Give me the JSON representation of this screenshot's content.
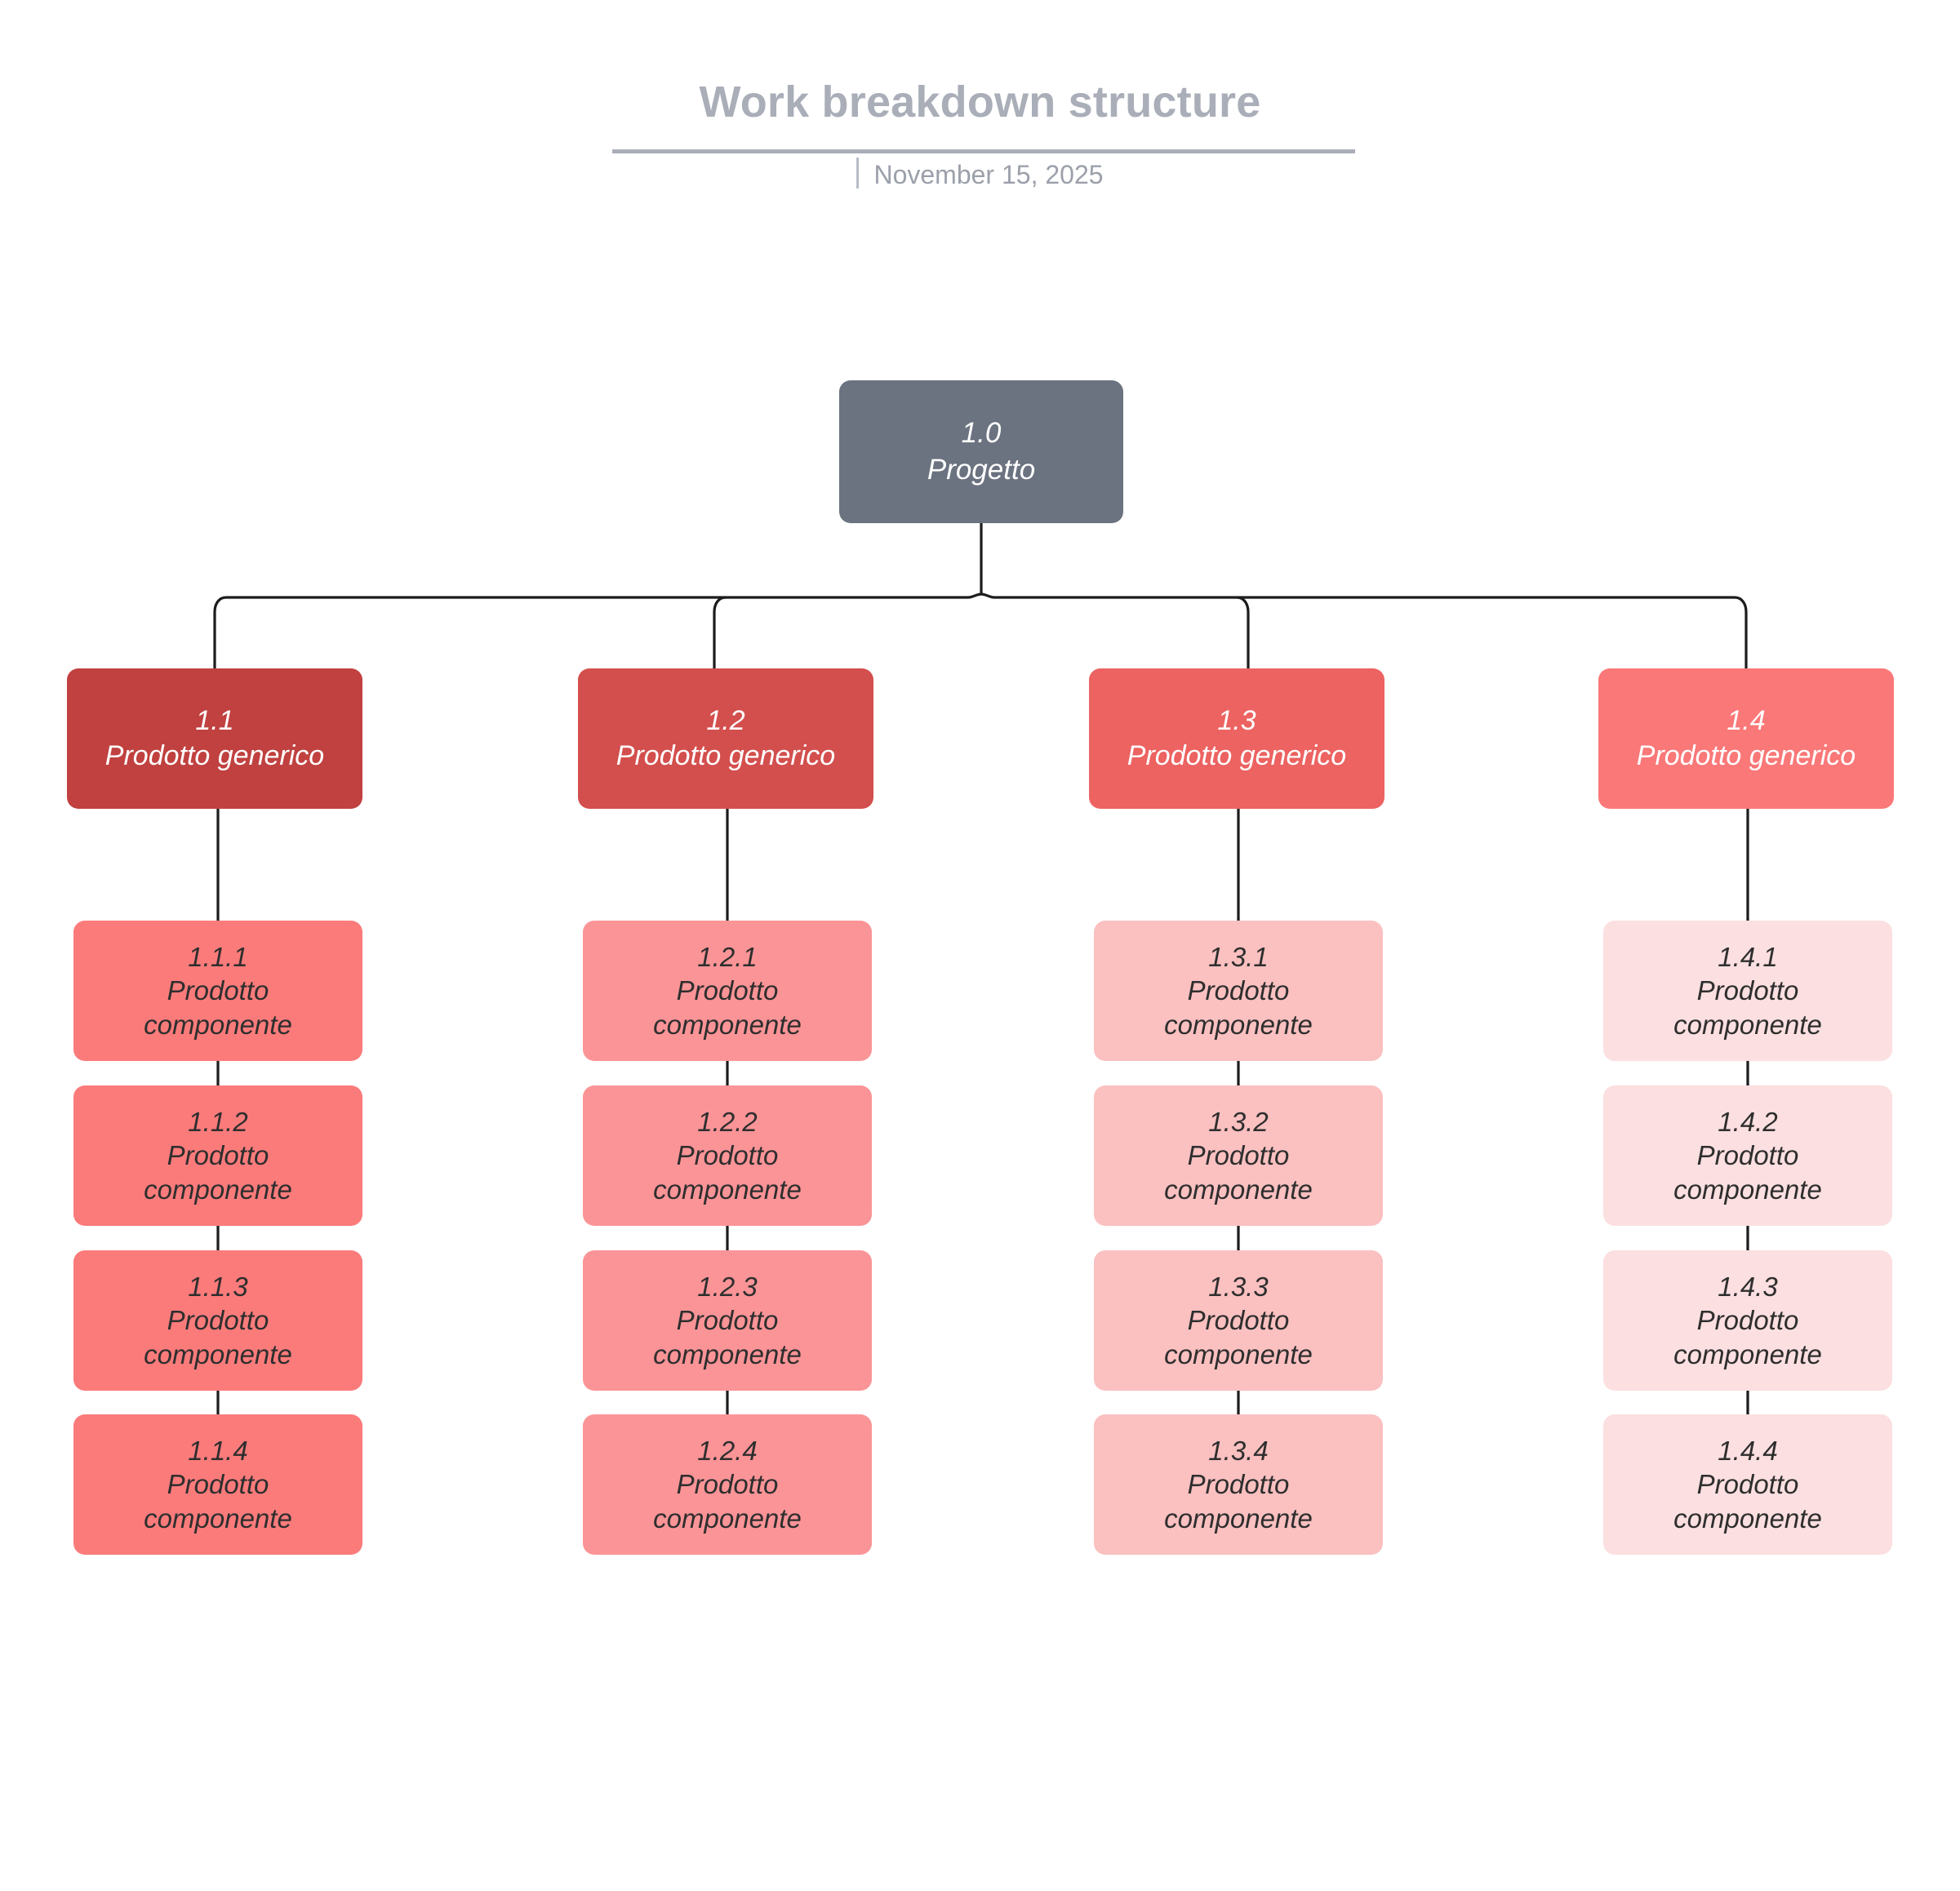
{
  "header": {
    "title": "Work breakdown structure",
    "date": "November 15, 2025",
    "divider_color": "#a9aeb8",
    "title_color": "#a9aeb8",
    "date_color": "#9ba0aa"
  },
  "diagram": {
    "type": "work-breakdown-structure",
    "background": "#ffffff",
    "connector_color": "#1c1c1c",
    "root": {
      "id": "1.0",
      "label": "Progetto",
      "color": "#6b7280",
      "text_color": "#ffffff"
    },
    "columns": [
      {
        "parent": {
          "id": "1.1",
          "label": "Prodotto generico",
          "color": "#c0413f",
          "text_color": "#ffffff"
        },
        "children": [
          {
            "id": "1.1.1",
            "label_line1": "Prodotto",
            "label_line2": "componente",
            "color": "#fb7b7b",
            "text_color": "#2e2e2e"
          },
          {
            "id": "1.1.2",
            "label_line1": "Prodotto",
            "label_line2": "componente",
            "color": "#fb7b7b",
            "text_color": "#2e2e2e"
          },
          {
            "id": "1.1.3",
            "label_line1": "Prodotto",
            "label_line2": "componente",
            "color": "#fb7b7b",
            "text_color": "#2e2e2e"
          },
          {
            "id": "1.1.4",
            "label_line1": "Prodotto",
            "label_line2": "componente",
            "color": "#fb7b7b",
            "text_color": "#2e2e2e"
          }
        ]
      },
      {
        "parent": {
          "id": "1.2",
          "label": "Prodotto generico",
          "color": "#d34f4d",
          "text_color": "#ffffff"
        },
        "children": [
          {
            "id": "1.2.1",
            "label_line1": "Prodotto",
            "label_line2": "componente",
            "color": "#fb9497",
            "text_color": "#2e2e2e"
          },
          {
            "id": "1.2.2",
            "label_line1": "Prodotto",
            "label_line2": "componente",
            "color": "#fb9497",
            "text_color": "#2e2e2e"
          },
          {
            "id": "1.2.3",
            "label_line1": "Prodotto",
            "label_line2": "componente",
            "color": "#fb9497",
            "text_color": "#2e2e2e"
          },
          {
            "id": "1.2.4",
            "label_line1": "Prodotto",
            "label_line2": "componente",
            "color": "#fb9497",
            "text_color": "#2e2e2e"
          }
        ]
      },
      {
        "parent": {
          "id": "1.3",
          "label": "Prodotto generico",
          "color": "#ec6361",
          "text_color": "#ffffff"
        },
        "children": [
          {
            "id": "1.3.1",
            "label_line1": "Prodotto",
            "label_line2": "componente",
            "color": "#fbc0c0",
            "text_color": "#2e2e2e"
          },
          {
            "id": "1.3.2",
            "label_line1": "Prodotto",
            "label_line2": "componente",
            "color": "#fbc0c0",
            "text_color": "#2e2e2e"
          },
          {
            "id": "1.3.3",
            "label_line1": "Prodotto",
            "label_line2": "componente",
            "color": "#fbc0c0",
            "text_color": "#2e2e2e"
          },
          {
            "id": "1.3.4",
            "label_line1": "Prodotto",
            "label_line2": "componente",
            "color": "#fbc0c0",
            "text_color": "#2e2e2e"
          }
        ]
      },
      {
        "parent": {
          "id": "1.4",
          "label": "Prodotto generico",
          "color": "#fa7878",
          "text_color": "#ffffff"
        },
        "children": [
          {
            "id": "1.4.1",
            "label_line1": "Prodotto",
            "label_line2": "componente",
            "color": "#fcdfe0",
            "text_color": "#2e2e2e"
          },
          {
            "id": "1.4.2",
            "label_line1": "Prodotto",
            "label_line2": "componente",
            "color": "#fcdfe0",
            "text_color": "#2e2e2e"
          },
          {
            "id": "1.4.3",
            "label_line1": "Prodotto",
            "label_line2": "componente",
            "color": "#fcdfe0",
            "text_color": "#2e2e2e"
          },
          {
            "id": "1.4.4",
            "label_line1": "Prodotto",
            "label_line2": "componente",
            "color": "#fcdfe0",
            "text_color": "#2e2e2e"
          }
        ]
      }
    ]
  }
}
